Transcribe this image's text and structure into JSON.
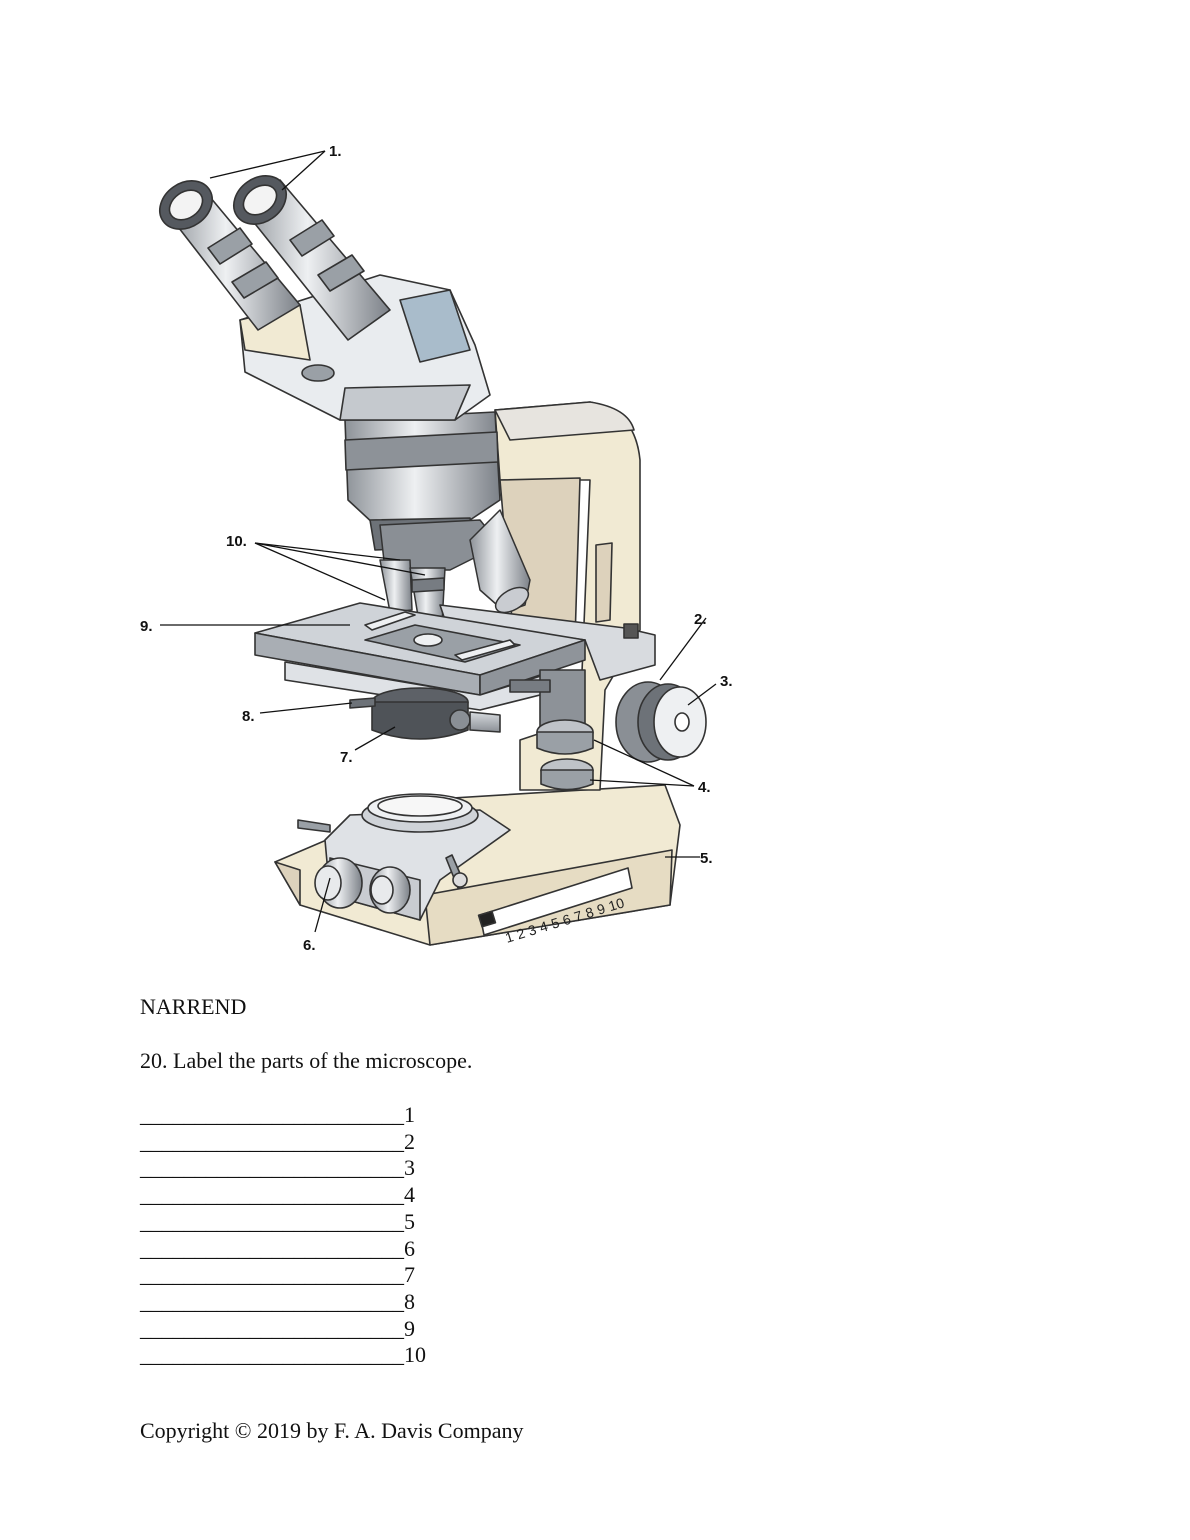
{
  "diagram": {
    "callouts": [
      "1.",
      "2.",
      "3.",
      "4.",
      "5.",
      "6.",
      "7.",
      "8.",
      "9.",
      "10."
    ],
    "scale_numbers": [
      "1",
      "2",
      "3",
      "4",
      "5",
      "6",
      "7",
      "8",
      "9",
      "10"
    ]
  },
  "narr_label": "NARREND",
  "question": "20. Label the parts of the microscope.",
  "answer_blank": "________________________",
  "answer_lines": [
    "1",
    "2",
    "3",
    "4",
    "5",
    "6",
    "7",
    "8",
    "9",
    "10"
  ],
  "copyright": "Copyright © 2019 by F. A. Davis Company",
  "colors": {
    "cream": "#f1ead3",
    "tan": "#ddd2bc",
    "steel": "#b9bec4",
    "dark": "#4a4e54"
  }
}
